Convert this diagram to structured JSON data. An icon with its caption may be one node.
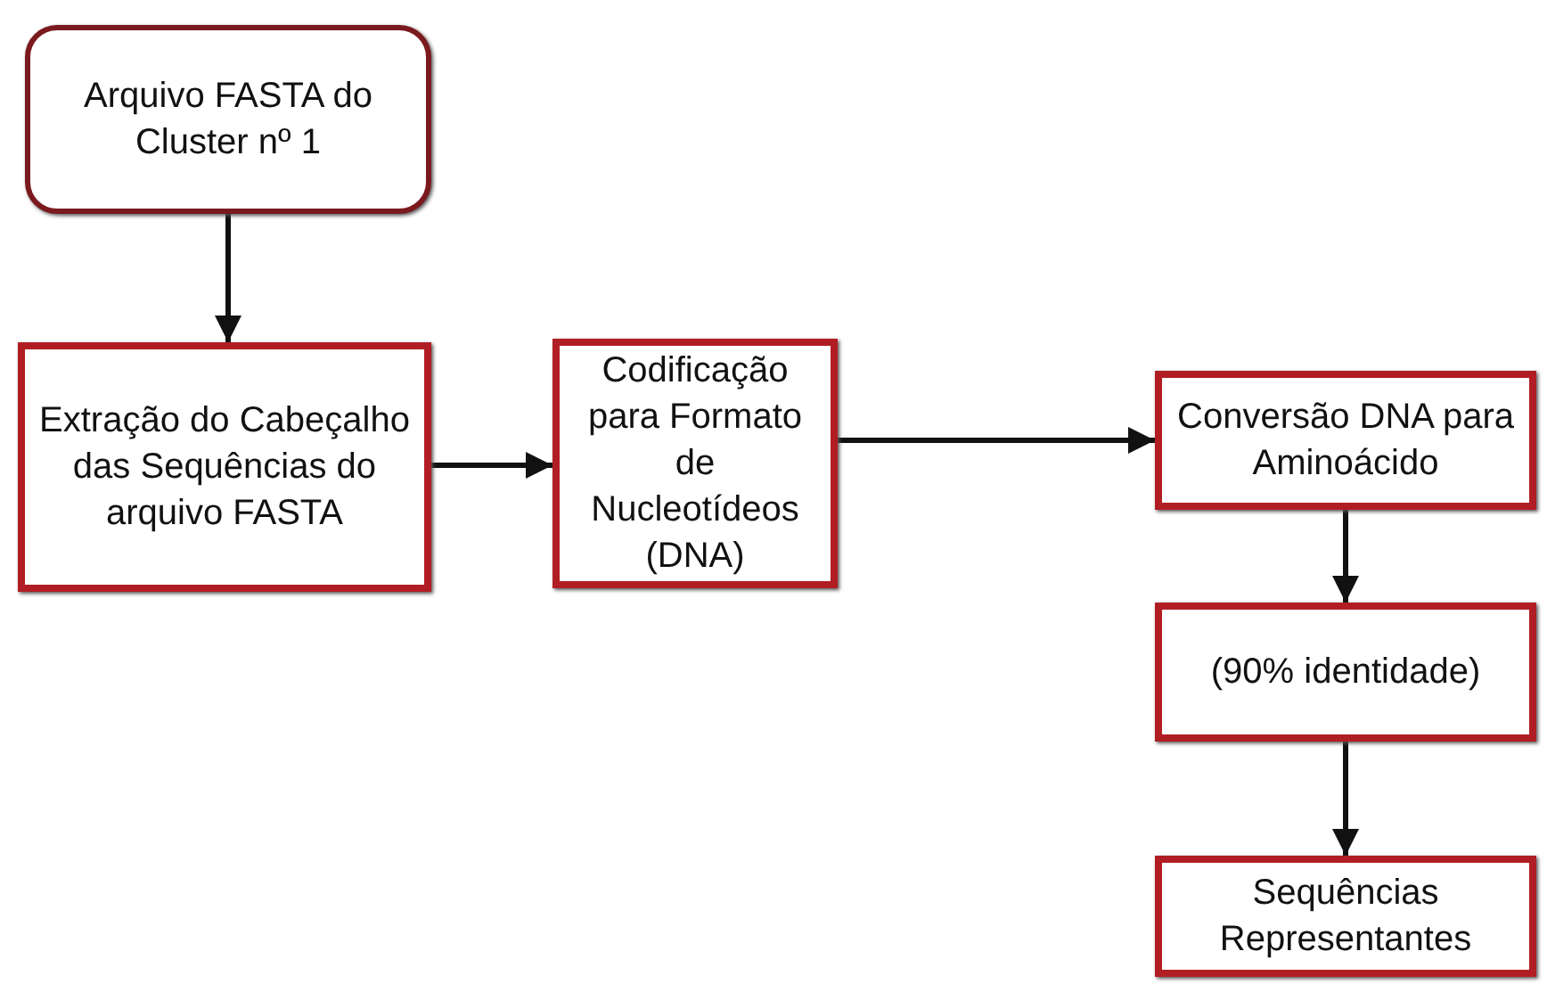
{
  "diagram": {
    "nodes": [
      {
        "text": [
          "Arquivo FASTA do Cluster nº 1"
        ]
      },
      {
        "text": [
          "Extração do Cabeçalho das Sequências do arquivo FASTA"
        ]
      },
      {
        "text": [
          "Codificação para Formato de Nucleotídeos (DNA)"
        ]
      },
      {
        "text": [
          "Conversão DNA para Aminoácido"
        ]
      },
      {
        "text": [
          "(90% identidade)"
        ]
      },
      {
        "text": [
          "Sequências Representantes"
        ]
      }
    ],
    "edges": [
      {
        "from": 0,
        "to": 1,
        "arrow": "to"
      },
      {
        "from": 1,
        "to": 2,
        "arrow": "to"
      },
      {
        "from": 2,
        "to": 3,
        "arrow": "to"
      },
      {
        "from": 3,
        "to": 4,
        "arrow": "to"
      },
      {
        "from": 4,
        "to": 5,
        "arrow": "to"
      }
    ]
  }
}
